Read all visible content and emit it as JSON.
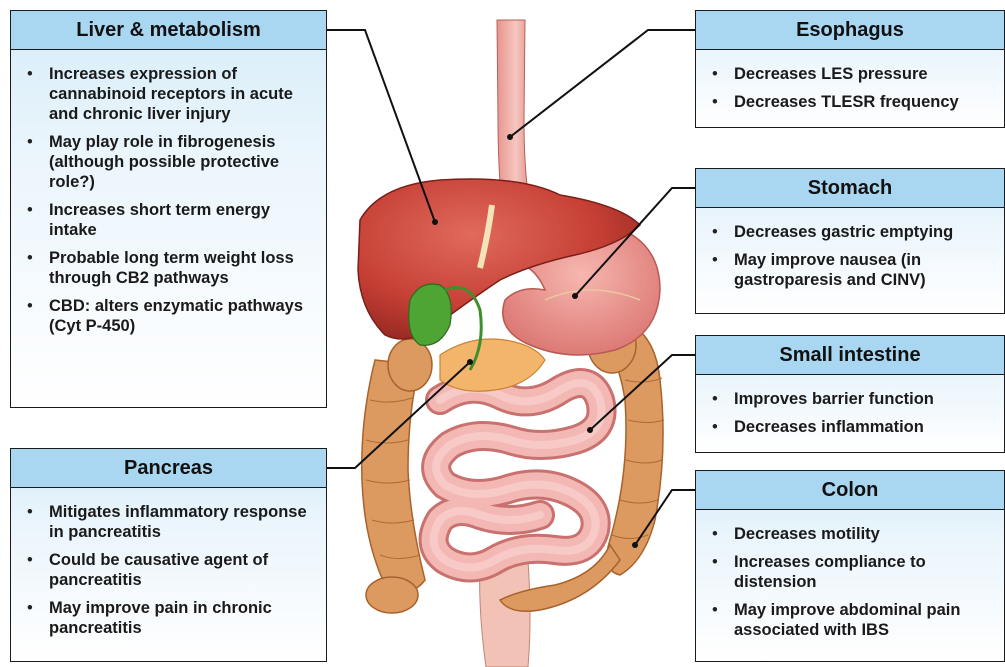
{
  "liver": {
    "title": "Liver & metabolism",
    "items": [
      "Increases expression of cannabinoid receptors in acute and chronic liver injury",
      "May play role in fibrogenesis (although possible protective role?)",
      "Increases short term energy intake",
      "Probable long term weight loss through CB2 pathways",
      "CBD: alters enzymatic pathways (Cyt P-450)"
    ]
  },
  "pancreas": {
    "title": "Pancreas",
    "items": [
      "Mitigates inflammatory response in pancreatitis",
      "Could be causative agent of pancreatitis",
      "May improve pain in chronic pancreatitis"
    ]
  },
  "esophagus": {
    "title": "Esophagus",
    "items": [
      "Decreases LES pressure",
      "Decreases TLESR frequency"
    ]
  },
  "stomach": {
    "title": "Stomach",
    "items": [
      "Decreases gastric emptying",
      "May improve nausea (in gastroparesis and CINV)"
    ]
  },
  "small_intestine": {
    "title": "Small intestine",
    "items": [
      "Improves barrier function",
      "Decreases inflammation"
    ]
  },
  "colon": {
    "title": "Colon",
    "items": [
      "Decreases motility",
      "Increases compliance to distension",
      "May improve abdominal pain associated with IBS"
    ]
  },
  "bullet_char": "•",
  "colors": {
    "header_bg": "#a9d6f1",
    "liver": "#c9453a",
    "stomach": "#e88a8a",
    "intestine": "#f0b0ae",
    "colon": "#d9955a",
    "gallbladder": "#5aa83a",
    "pancreas": "#f2b46a"
  }
}
